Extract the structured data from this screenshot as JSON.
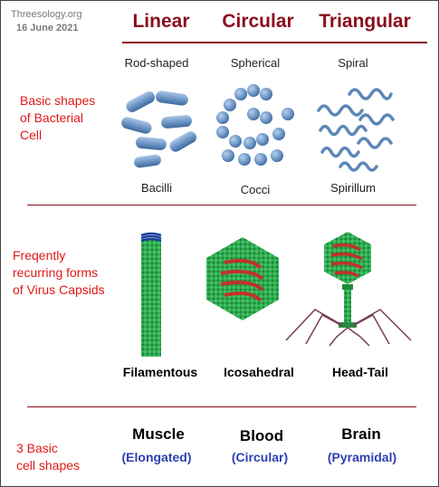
{
  "source": "Threesology.org",
  "date": "16 June 2021",
  "columns": [
    "Linear",
    "Circular",
    "Triangular"
  ],
  "bacteria": {
    "row_label": [
      "Basic shapes",
      "of Bacterial",
      "Cell"
    ],
    "shapes": [
      "Rod-shaped",
      "Spherical",
      "Spiral"
    ],
    "names": [
      "Bacilli",
      "Cocci",
      "Spirillum"
    ]
  },
  "virus": {
    "row_label": [
      "Freqently",
      "recurring  forms",
      "of Virus Capsids"
    ],
    "forms": [
      "Filamentous",
      "Icosahedral",
      "Head-Tail"
    ]
  },
  "cells": {
    "row_label": [
      "3 Basic",
      "cell shapes"
    ],
    "names": [
      "Muscle",
      "Blood",
      "Brain"
    ],
    "types": [
      "(Elongated)",
      "(Circular)",
      "(Pyramidal)"
    ]
  },
  "colors": {
    "heading": "#8b0d1c",
    "row_label": "#e01818",
    "cell_type": "#2e3fb0",
    "bacteria": "#6f98c8",
    "capsid_green": "#2fa64e",
    "capsid_red": "#c0322a"
  }
}
